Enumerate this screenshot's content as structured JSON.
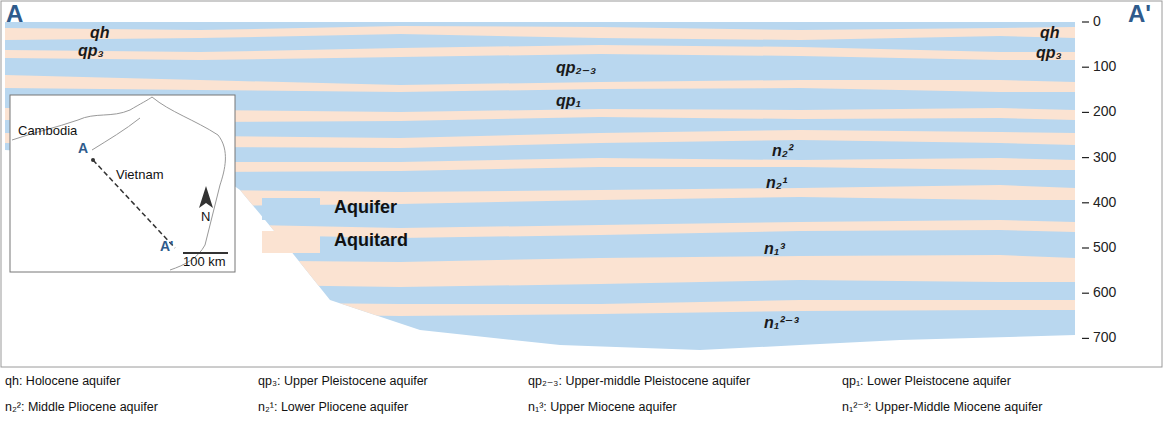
{
  "diagram": {
    "labels": [
      "A",
      "A'",
      "qh",
      "qp₃",
      "qp₂₋₃",
      "qp₁",
      "n₂²",
      "n₂¹",
      "n₁³",
      "n₁²⁻³",
      "qh",
      "qp₃",
      "0",
      "100",
      "200",
      "300",
      "400",
      "500",
      "600",
      "700",
      "Cambodia",
      "Vietnam",
      "A",
      "A'",
      "N",
      "100 km",
      "qh: Holocene aquifer",
      "qp₃: Upper Pleistocene aquifer",
      "qp₂₋₃: Upper-middle Pleistocene aquifer",
      "qp₁: Lower Pleistocene aquifer",
      "n₂²: Middle Pliocene aquifer",
      "n₂¹: Lower Pliocene aquifer",
      "n₁³: Upper Miocene aquifer",
      "n₁²⁻³: Upper-Middle Miocene aquifer"
    ],
    "legend": [
      {
        "text": "Aquifer",
        "color": "#b9d7ef"
      },
      {
        "text": "Aquitard",
        "color": "#fbe3d2"
      }
    ]
  }
}
